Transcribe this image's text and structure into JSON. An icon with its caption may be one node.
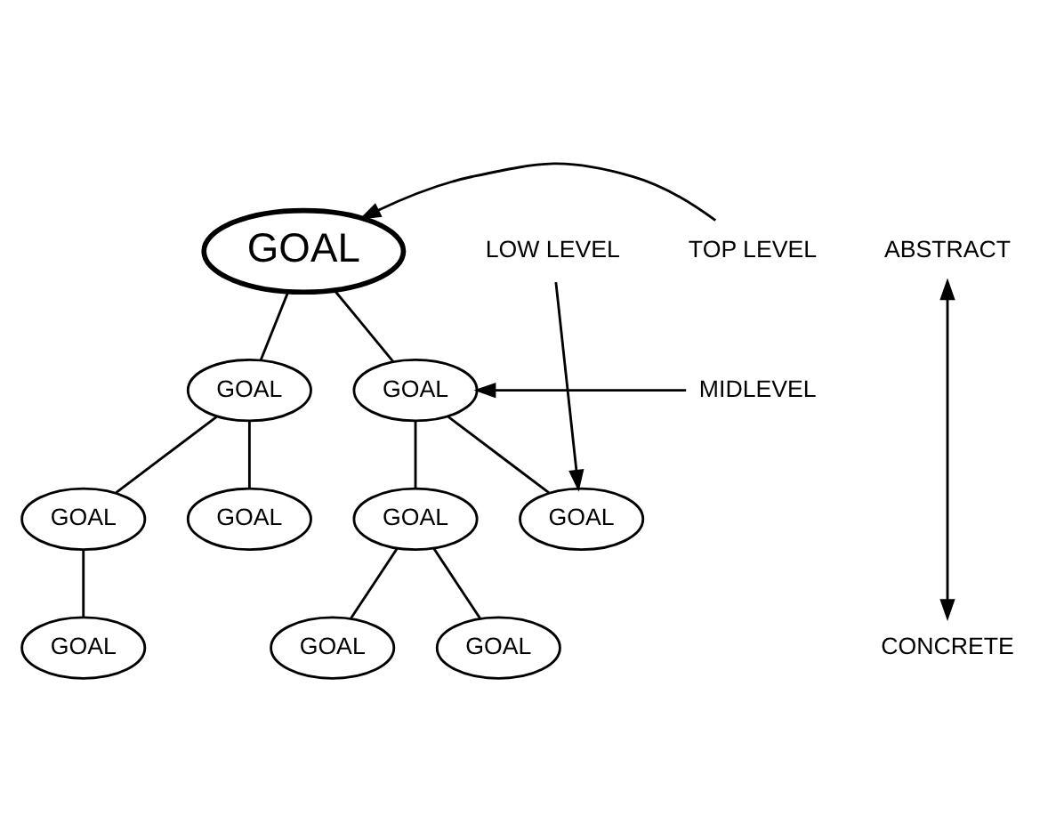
{
  "diagram": {
    "nodes": [
      {
        "text": [
          "GOAL"
        ]
      },
      {
        "text": [
          "TOP LEVEL"
        ]
      },
      {
        "text": [
          "ABSTRACT"
        ]
      },
      {
        "text": [
          "GOAL"
        ]
      },
      {
        "text": [
          "GOAL"
        ]
      },
      {
        "text": [
          "MIDLEVEL"
        ]
      },
      {
        "text": [
          "LOW LEVEL"
        ]
      },
      {
        "text": [
          "GOAL"
        ]
      },
      {
        "text": [
          "GOAL"
        ]
      },
      {
        "text": [
          "GOAL"
        ]
      },
      {
        "text": [
          "GOAL"
        ]
      },
      {
        "text": [
          "GOAL"
        ]
      },
      {
        "text": [
          "CONCRETE"
        ]
      },
      {
        "text": [
          "GOAL"
        ]
      },
      {
        "text": [
          "GOAL"
        ]
      }
    ],
    "edges": [
      {
        "from": 0,
        "to": 3,
        "arrow": "none"
      },
      {
        "from": 0,
        "to": 4,
        "arrow": "none"
      },
      {
        "from": 1,
        "to": 0,
        "arrow": "to"
      },
      {
        "from": 3,
        "to": 7,
        "arrow": "none"
      },
      {
        "from": 3,
        "to": 8,
        "arrow": "none"
      },
      {
        "from": 4,
        "to": 9,
        "arrow": "none"
      },
      {
        "from": 4,
        "to": 10,
        "arrow": "none"
      },
      {
        "from": 5,
        "to": 4,
        "arrow": "to"
      },
      {
        "from": 6,
        "to": 10,
        "arrow": "to"
      },
      {
        "from": 7,
        "to": 11,
        "arrow": "none"
      },
      {
        "from": 9,
        "to": 13,
        "arrow": "none"
      },
      {
        "from": 9,
        "to": 14,
        "arrow": "none"
      },
      {
        "from": 2,
        "to": 12,
        "arrow": "both"
      }
    ]
  }
}
